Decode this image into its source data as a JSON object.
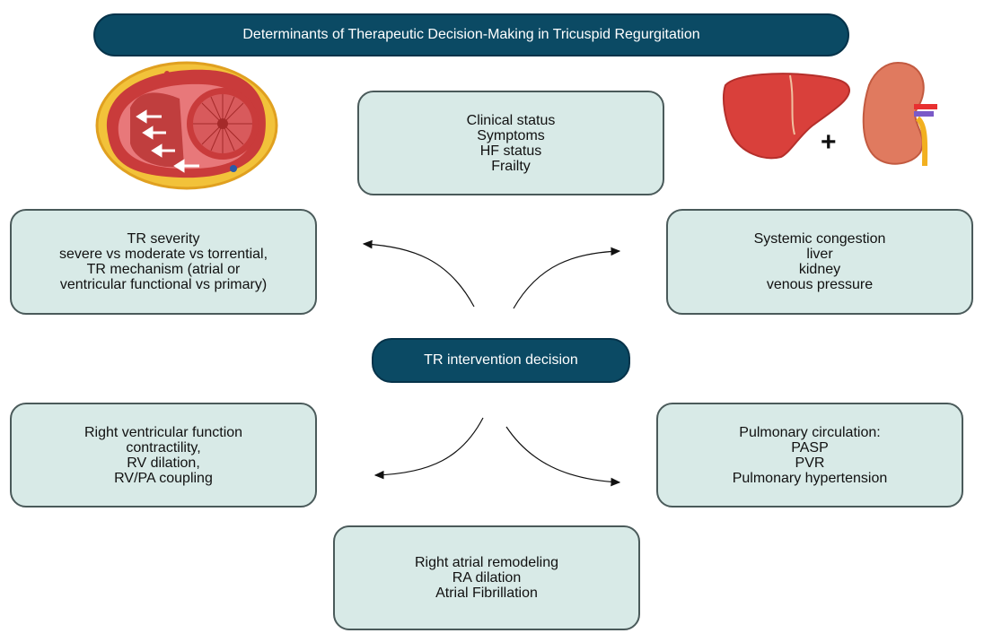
{
  "title": "Determinants of Therapeutic Decision-Making in Tricuspid Regurgitation",
  "center": "TR intervention decision",
  "boxes": {
    "clinical": [
      "Clinical status",
      "Symptoms",
      "HF status",
      "Frailty"
    ],
    "severity": [
      "TR severity",
      "severe vs moderate vs torrential,",
      "TR mechanism (atrial or",
      "ventricular functional vs primary)"
    ],
    "congestion": [
      "Systemic congestion",
      "liver",
      "kidney",
      "venous pressure"
    ],
    "rv": [
      "Right ventricular function",
      "contractility,",
      "RV dilation,",
      "RV/PA coupling"
    ],
    "pulmonary": [
      "Pulmonary circulation:",
      "PASP",
      "PVR",
      "Pulmonary hypertension"
    ],
    "ra": [
      "Right atrial remodeling",
      "RA dilation",
      "Atrial Fibrillation"
    ]
  },
  "plus_symbol": "+",
  "icons": [
    "heart-cross-section-icon",
    "liver-icon",
    "kidney-icon"
  ],
  "colors": {
    "pill_bg": "#0b4a64",
    "box_bg": "#d8eae7",
    "box_border": "#4a5a5a",
    "heart_muscle": "#e8787a",
    "liver": "#d9403b",
    "kidney": "#e07a5f"
  }
}
